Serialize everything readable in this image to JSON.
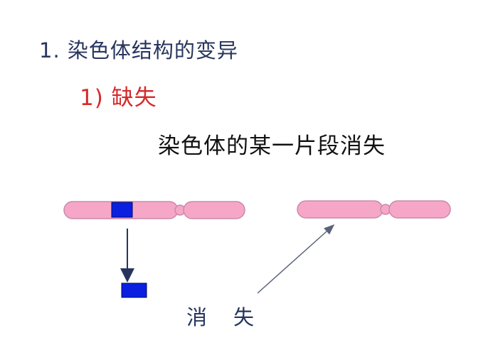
{
  "heading": "1. 染色体结构的变异",
  "subheading": "1) 缺失",
  "statement": "染色体的某一片段消失",
  "label": {
    "char1": "消",
    "char2": "失"
  },
  "colors": {
    "chromosome_fill": "#f6a7c8",
    "chromosome_stroke": "#c98aaa",
    "segment_fill": "#0a1fe0",
    "arrow": "#27355e",
    "heading_text": "#27355e",
    "subheading_text": "#d52a2a"
  },
  "icons": {
    "down_arrow": "arrow-down-icon",
    "diagonal_arrow": "arrow-diagonal-icon"
  }
}
